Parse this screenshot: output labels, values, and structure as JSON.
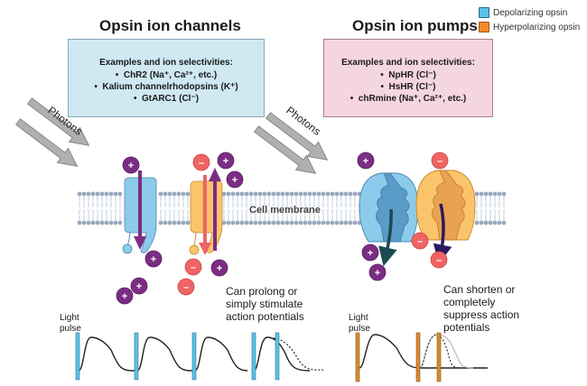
{
  "titles": {
    "channels": "Opsin ion channels",
    "pumps": "Opsin ion pumps"
  },
  "legend": [
    {
      "label": "Depolarizing opsin",
      "color": "#5bc0e8"
    },
    {
      "label": "Hyperpolarizing opsin",
      "color": "#f08a2c"
    }
  ],
  "channels_box": {
    "heading": "Examples and ion selectivities:",
    "items": [
      "ChR2 (Na⁺, Ca²⁺, etc.)",
      "Kalium channelrhodopsins (K⁺)",
      "GtARC1 (Cl⁻)"
    ]
  },
  "pumps_box": {
    "heading": "Examples and ion selectivities:",
    "items": [
      "NpHR (Cl⁻)",
      "HsHR (Cl⁻)",
      "chRmine (Na⁺, Ca²⁺, etc.)"
    ]
  },
  "labels": {
    "photons_left": "Photons",
    "photons_right": "Photons",
    "membrane": "Cell membrane",
    "cation_sign": "+",
    "anion_sign": "–"
  },
  "notes": {
    "channels_effect": [
      "Can prolong or",
      "simply stimulate",
      "action potentials"
    ],
    "pumps_effect": [
      "Can shorten or",
      "completely",
      "suppress action",
      "potentials"
    ]
  },
  "traces": {
    "left": {
      "label": [
        "Light",
        "pulse"
      ],
      "pulse_color": "#5bc0e8",
      "pulse_count": 5
    },
    "right": {
      "label": [
        "Light",
        "pulse"
      ],
      "pulse_color": "#d98a2e",
      "pulse_count": 3
    }
  },
  "colors": {
    "depolarizing_fill": "#8ccbeb",
    "hyperpolarizing_fill": "#fbc46a",
    "cation": "#7b2d83",
    "anion": "#f06464",
    "arrow_gray": "#a8a8a8",
    "membrane_head": "#9aa9bf"
  }
}
